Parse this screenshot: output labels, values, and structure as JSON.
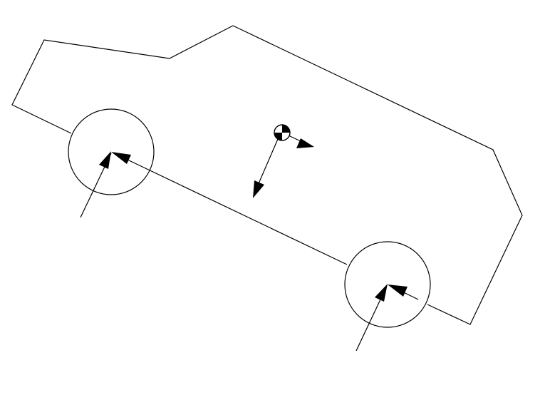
{
  "diagram": {
    "description_visible_text": [],
    "colors": {
      "stroke": "#000000",
      "background": "#ffffff",
      "marker_fill": "#000000"
    },
    "elements": {
      "body": {
        "shape": "vehicle-side-outline",
        "orientation": "inclined"
      },
      "wheels": [
        {
          "name": "rear-wheel",
          "force_arrows": 2
        },
        {
          "name": "front-wheel",
          "force_arrows": 2
        }
      ],
      "center_of_mass": {
        "symbol": "center-of-gravity-symbol",
        "arrows": 2
      }
    }
  }
}
